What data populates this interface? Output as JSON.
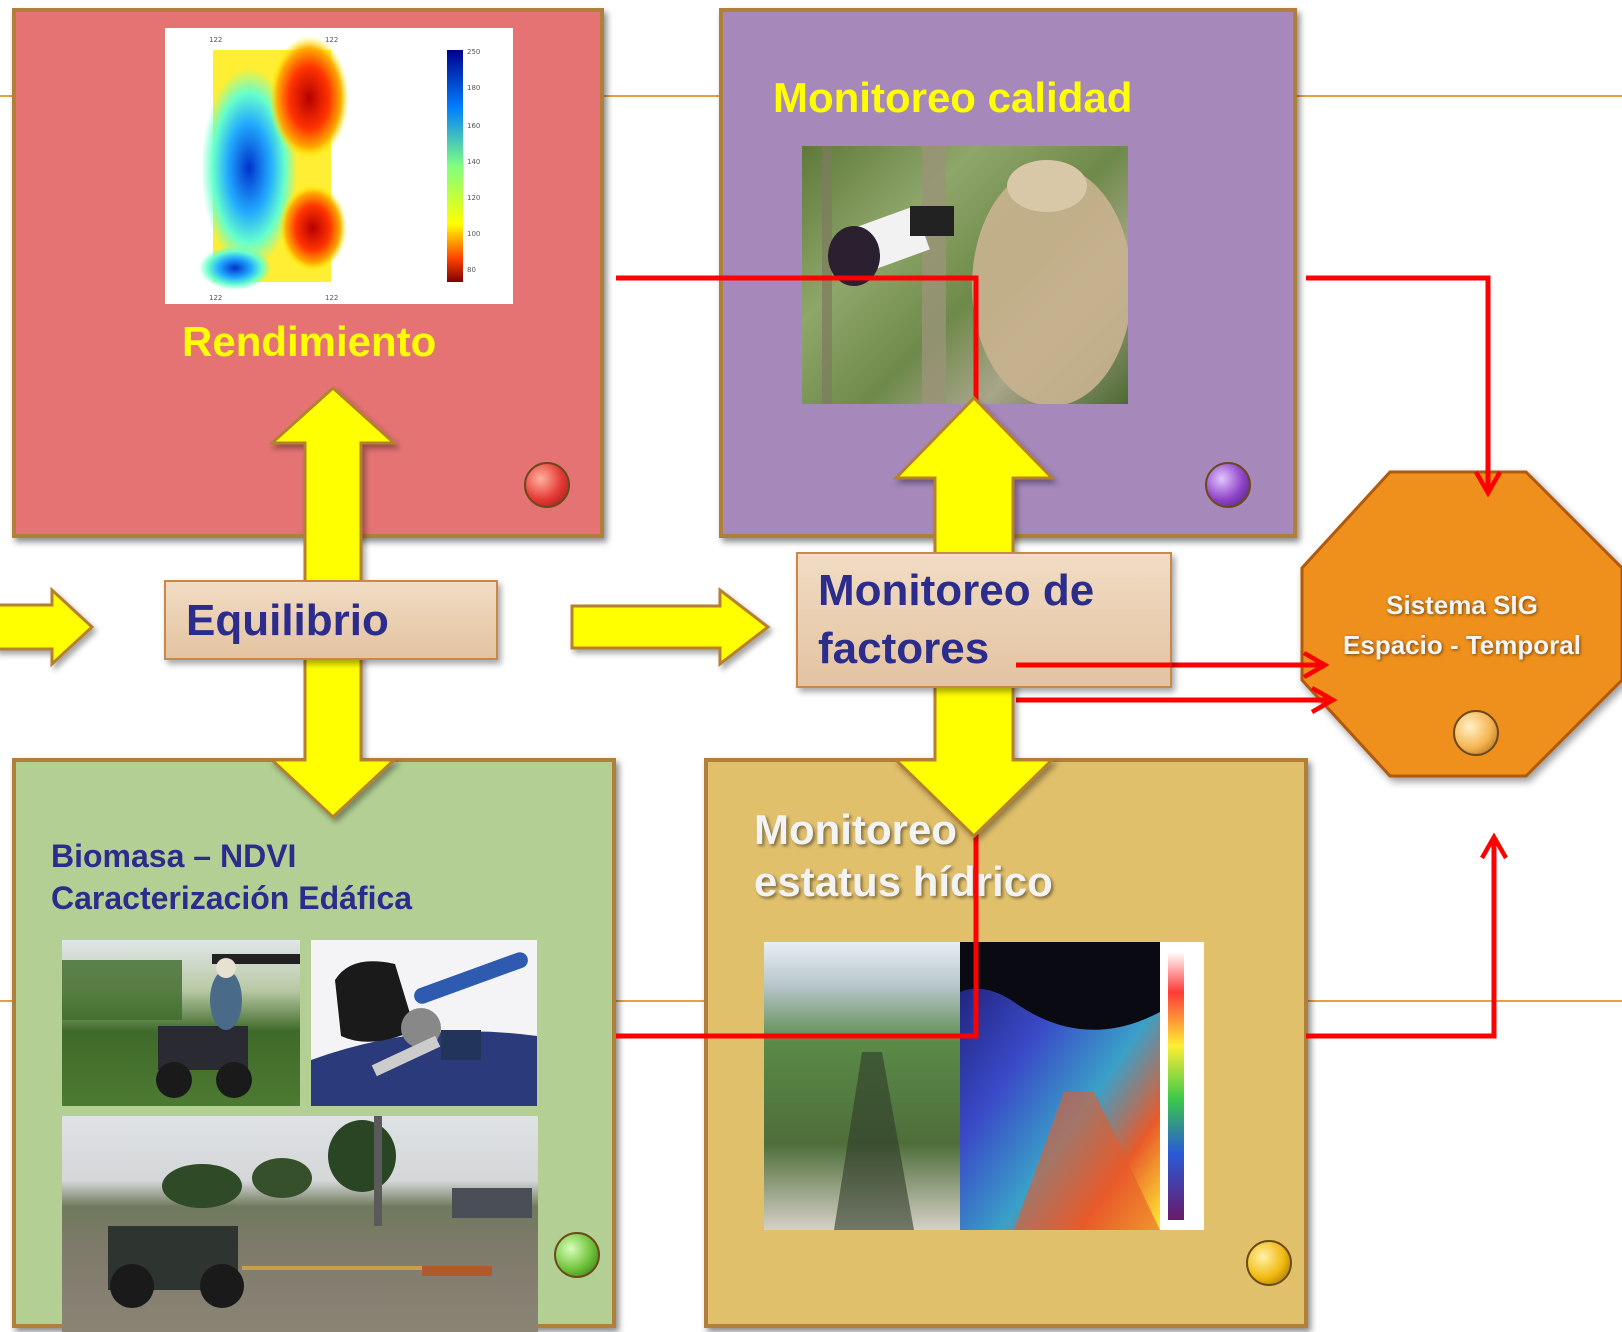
{
  "panels": {
    "rendimiento": {
      "title": "Rendimiento",
      "color": "#e57373",
      "dot_color": "#e53935"
    },
    "calidad": {
      "title": "Monitoreo calidad",
      "color": "#a688bb",
      "dot_color": "#8e44c7"
    },
    "biomasa": {
      "line1": "Biomasa – NDVI",
      "line2": "Caracterización Edáfica",
      "color": "#b3cf93",
      "dot_color": "#6fc23b"
    },
    "hidrico": {
      "line1": "Monitoreo",
      "line2": "estatus hídrico",
      "color": "#e1c06c",
      "dot_color": "#f2b90f"
    }
  },
  "labels": {
    "equilibrio": "Equilibrio",
    "factores_line1": "Monitoreo de",
    "factores_line2": "factores"
  },
  "sig": {
    "line1": "Sistema SIG",
    "line2": "Espacio - Temporal",
    "color": "#f0901c",
    "dot_color": "#f6b552"
  },
  "colors": {
    "arrow_yellow": "#ffff00",
    "arrow_border": "#b6812d",
    "connector_red": "#ff0000",
    "guide_orange": "#e8a040",
    "title_yellow": "#ffff00",
    "label_blue": "#2c2c8c"
  }
}
